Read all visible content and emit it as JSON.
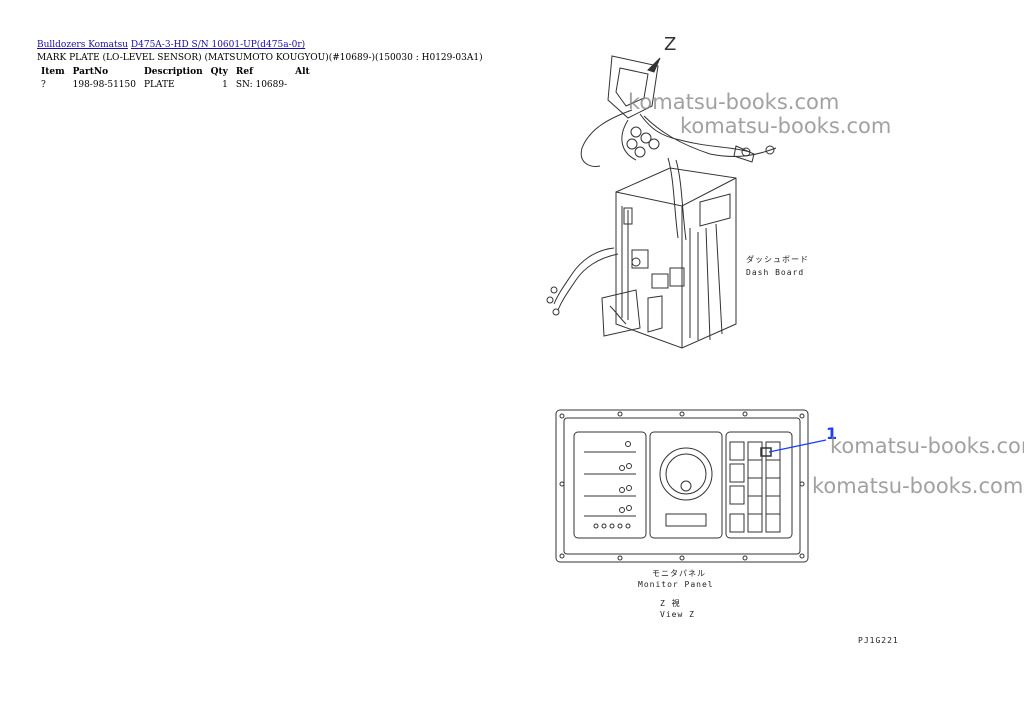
{
  "breadcrumb": {
    "link1": "Bulldozers Komatsu",
    "link2": "D475A-3-HD S/N 10601-UP(d475a-0r)"
  },
  "page_title": "MARK PLATE (LO-LEVEL SENSOR) (MATSUMOTO KOUGYOU)(#10689-)(150030 : H0129-03A1)",
  "table": {
    "headers": [
      "Item",
      "PartNo",
      "Description",
      "Qty",
      "Ref",
      "Alt"
    ],
    "rows": [
      [
        "?",
        "198-98-51150",
        "PLATE",
        "1",
        "SN: 10689-",
        ""
      ]
    ]
  },
  "diagram": {
    "view_marker": "Z",
    "callout_number": "1",
    "dash_board_jp": "ダッシュボード",
    "dash_board_en": "Dash Board",
    "monitor_panel_jp": "モニタパネル",
    "monitor_panel_en": "Monitor Panel",
    "view_jp": "Z 視",
    "view_en": "View Z",
    "drawing_code": "PJ1G221"
  },
  "watermark": "komatsu-books.com"
}
